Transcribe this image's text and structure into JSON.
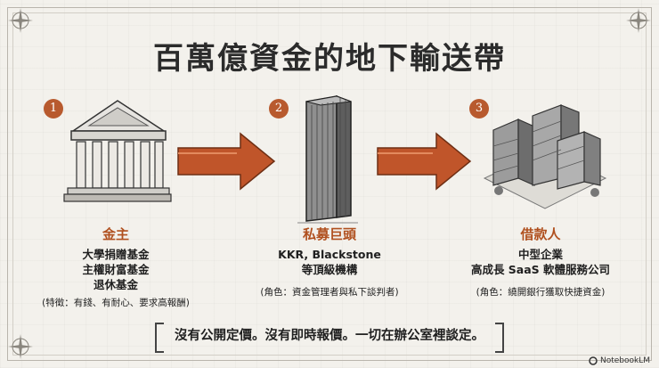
{
  "title": "百萬億資金的地下輸送帶",
  "steps": [
    {
      "number": "1",
      "role": "金主",
      "lines": [
        "大學捐贈基金",
        "主權財富基金",
        "退休基金"
      ],
      "note": "(特徵：有錢、有耐心、要求高報酬)"
    },
    {
      "number": "2",
      "role": "私募巨頭",
      "lines": [
        "KKR, Blackstone",
        "等頂級機構"
      ],
      "note": "(角色：資金管理者與私下談判者)"
    },
    {
      "number": "3",
      "role": "借款人",
      "lines": [
        "中型企業",
        "高成長 SaaS 軟體服務公司"
      ],
      "note": "(角色：繞開銀行獲取快捷資金)"
    }
  ],
  "slogan": "沒有公開定價。沒有即時報價。一切在辦公室裡談定。",
  "logo_text": "NotebookLM",
  "colors": {
    "accent": "#b85a2e",
    "arrow": "#c0552a",
    "background": "#f3f1ec"
  }
}
